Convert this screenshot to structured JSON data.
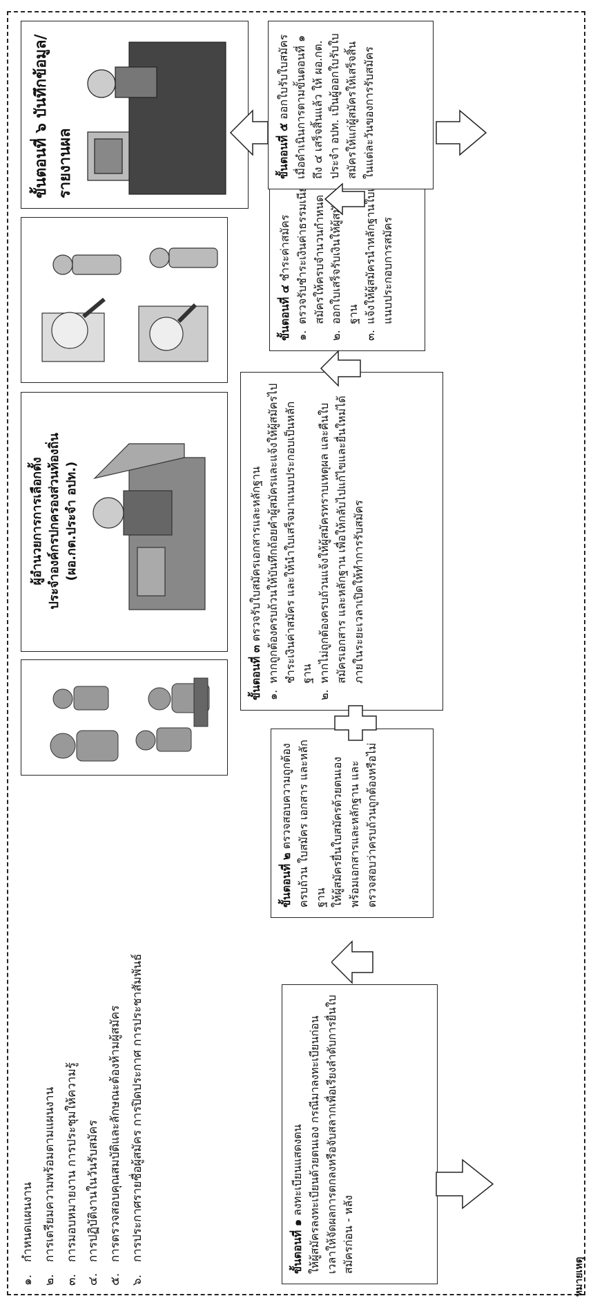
{
  "plan_items": [
    "กำหนดแผนงาน",
    "การเตรียมความพร้อมตามแผนงาน",
    "การมอบหมายงาน การประชุมให้ความรู้",
    "การปฏิบัติงานในวันรับสมัคร",
    "การตรวจสอบคุณสมบัติและลักษณะต้องห้ามผู้สมัคร",
    "การประกาศรายชื่อผู้สมัคร การปิดประกาศ การประชาสัมพันธ์"
  ],
  "plan_numbers": [
    "๑.",
    "๒.",
    "๓.",
    "๔.",
    "๕.",
    "๖."
  ],
  "steps": {
    "s1": {
      "title": "ขั้นตอนที่ ๑",
      "subtitle": "ลงทะเบียนแสดงตน",
      "body": "ให้ผู้สมัครลงทะเบียนด้วยตนเอง กรณีมาลงทะเบียนก่อนเวลาให้จัดผลการตกลงหรือจับสลากเพื่อเรียงลำดับการยื่นใบสมัครก่อน - หลัง"
    },
    "s2": {
      "title": "ขั้นตอนที่ ๒",
      "subtitle": "ตรวจสอบความถูกต้องครบถ้วน ใบสมัคร เอกสาร และหลักฐาน",
      "body": "ให้ผู้สมัครยื่นใบสมัครด้วยตนเองพร้อมเอกสารและหลักฐาน และตรวจสอบว่าครบถ้วนถูกต้องหรือไม่"
    },
    "s3": {
      "title": "ขั้นตอนที่ ๓",
      "subtitle": "ตรวจรับใบสมัครเอกสารและหลักฐาน",
      "items": [
        "หากถูกต้องครบถ้วนให้บันทึกถ้อยคำผู้สมัครและแจ้งให้ผู้สมัครไปชำระเงินค่าสมัคร และให้นำใบเสร็จมาแนบประกอบเป็นหลักฐาน",
        "หากไม่ถูกต้องครบถ้วนแจ้งให้ผู้สมัครทราบเหตุผล และคืนใบสมัครเอกสาร และหลักฐาน เพื่อให้กลับไปแก้ไขและยื่นใหม่ได้ ภายในระยะเวลาเปิดให้ทำการรับสมัคร"
      ]
    },
    "s4": {
      "title": "ขั้นตอนที่ ๔",
      "subtitle": "ชำระค่าสมัคร",
      "items": [
        "ตรวจรับชำระเงินค่าธรรมเนียมการสมัครให้ครบจำนวนกำหนด",
        "ออกใบเสร็จรับเงินให้ผู้สมัครเก็บเป็นหลักฐาน",
        "แจ้งให้ผู้สมัครนำหลักฐานใบเสร็จไปแนบประกอบการสมัคร"
      ]
    },
    "s5": {
      "title": "ขั้นตอนที่ ๕",
      "subtitle": "ออกใบรับใบสมัคร",
      "body": "เมื่อดำเนินการตามขั้นตอนที่ ๑ ถึง ๔ เสร็จสิ้นแล้ว ให้ ผอ.กต. ประจำ อปท. เป็นผู้ออกใบรับใบสมัครให้แก่ผู้สมัครให้เสร็จสิ้นในแต่ละวันของการรับสมัคร"
    },
    "s6": {
      "title": "ขั้นตอนที่ ๖",
      "subtitle": "บันทึกข้อมูล/รายงานผล"
    }
  },
  "item_numbers": [
    "๑.",
    "๒.",
    "๓."
  ],
  "director": {
    "line1": "ผู้อำนวยการการเลือกตั้ง",
    "line2": "ประจำองค์กรปกครองส่วนท้องถิ่น",
    "line3": "(ผอ.กต.ประจำ อปท.)"
  },
  "footer": "หมายเหตุ"
}
